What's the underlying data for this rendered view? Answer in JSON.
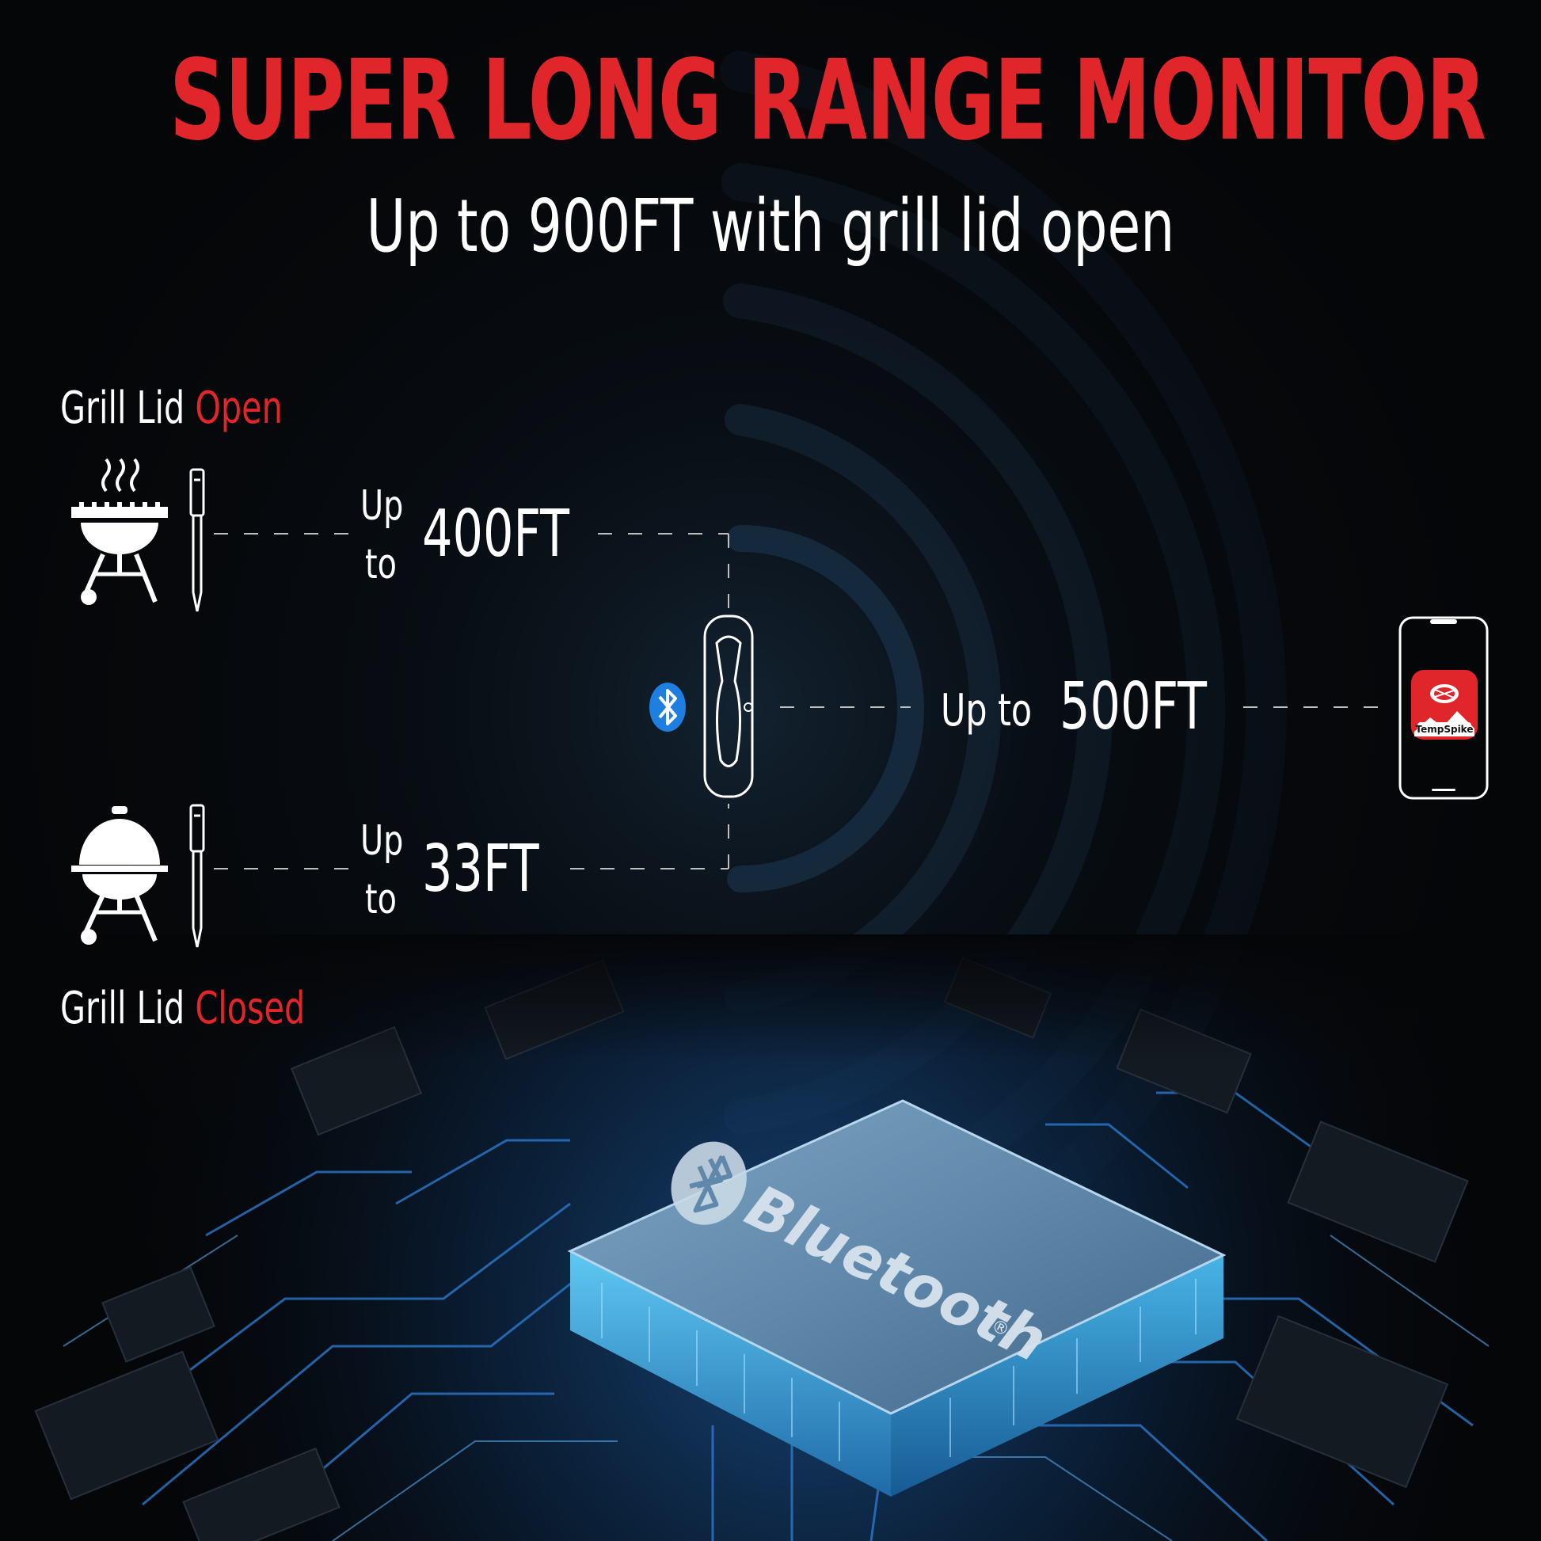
{
  "header": {
    "title": "SUPER LONG RANGE MONITOR",
    "subtitle": "Up to 900FT with grill lid open"
  },
  "grill_open": {
    "label_prefix": "Grill Lid",
    "label_state": "Open",
    "up_word": "Up",
    "to_word": "to",
    "distance": "400FT",
    "icon": "open-grill-icon"
  },
  "grill_closed": {
    "label_prefix": "Grill Lid",
    "label_state": "Closed",
    "up_word": "Up",
    "to_word": "to",
    "distance": "33FT",
    "icon": "closed-grill-icon"
  },
  "booster": {
    "icon": "bluetooth-icon",
    "range_prefix": "Up to",
    "distance": "500FT"
  },
  "phone": {
    "app_name": "TempSpike",
    "icon": "smartphone-icon"
  },
  "chip": {
    "brand": "Bluetooth",
    "mark": "®"
  },
  "colors": {
    "accent_red": "#e0262a",
    "text_white": "#ffffff",
    "bluetooth_blue": "#1f7fe0",
    "background": "#050608"
  }
}
